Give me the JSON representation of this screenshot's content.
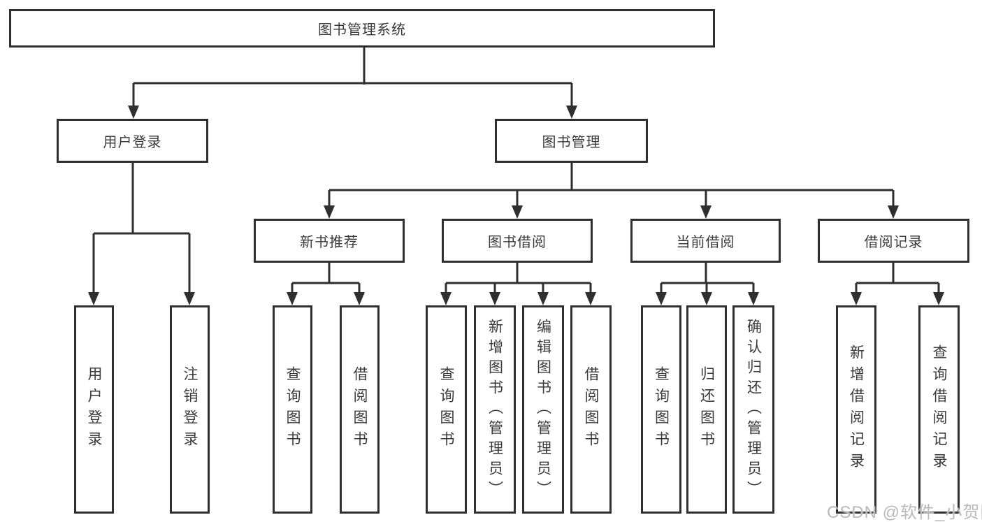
{
  "diagram": {
    "type": "hierarchy-tree",
    "title": "图书管理系统",
    "root": {
      "label": "图书管理系统"
    },
    "level2": {
      "user_login": {
        "label": "用户登录"
      },
      "book_management": {
        "label": "图书管理"
      }
    },
    "level3": {
      "new_book_recommend": {
        "label": "新书推荐"
      },
      "book_borrow": {
        "label": "图书借阅"
      },
      "current_borrow": {
        "label": "当前借阅"
      },
      "borrow_records": {
        "label": "借阅记录"
      }
    },
    "leaves": {
      "user_login_1": {
        "label": "用户登录"
      },
      "user_login_2": {
        "label": "注销登录"
      },
      "new_book_1": {
        "label": "查询图书"
      },
      "new_book_2": {
        "label": "借阅图书"
      },
      "borrow_1": {
        "label": "查询图书"
      },
      "borrow_2": {
        "label": "新增图书（管理员）"
      },
      "borrow_3": {
        "label": "编辑图书（管理员）"
      },
      "borrow_4": {
        "label": "借阅图书"
      },
      "current_1": {
        "label": "查询图书"
      },
      "current_2": {
        "label": "归还图书"
      },
      "current_3": {
        "label": "确认归还（管理员）"
      },
      "records_1": {
        "label": "新增借阅记录"
      },
      "records_2": {
        "label": "查询借阅记录"
      }
    },
    "edges": [
      "图书管理系统 -> 用户登录",
      "图书管理系统 -> 图书管理",
      "用户登录 -> 用户登录",
      "用户登录 -> 注销登录",
      "图书管理 -> 新书推荐",
      "图书管理 -> 图书借阅",
      "图书管理 -> 当前借阅",
      "图书管理 -> 借阅记录",
      "新书推荐 -> 查询图书",
      "新书推荐 -> 借阅图书",
      "图书借阅 -> 查询图书",
      "图书借阅 -> 新增图书（管理员）",
      "图书借阅 -> 编辑图书（管理员）",
      "图书借阅 -> 借阅图书",
      "当前借阅 -> 查询图书",
      "当前借阅 -> 归还图书",
      "当前借阅 -> 确认归还（管理员）",
      "借阅记录 -> 新增借阅记录",
      "借阅记录 -> 查询借阅记录"
    ]
  },
  "watermark": {
    "text": "CSDN @软件_小贺同学"
  },
  "colors": {
    "line": "#2f2f2f",
    "box_border": "#2f2f2f",
    "text": "#3a3a3a",
    "watermark": "#b9b9b9",
    "background": "#ffffff"
  }
}
